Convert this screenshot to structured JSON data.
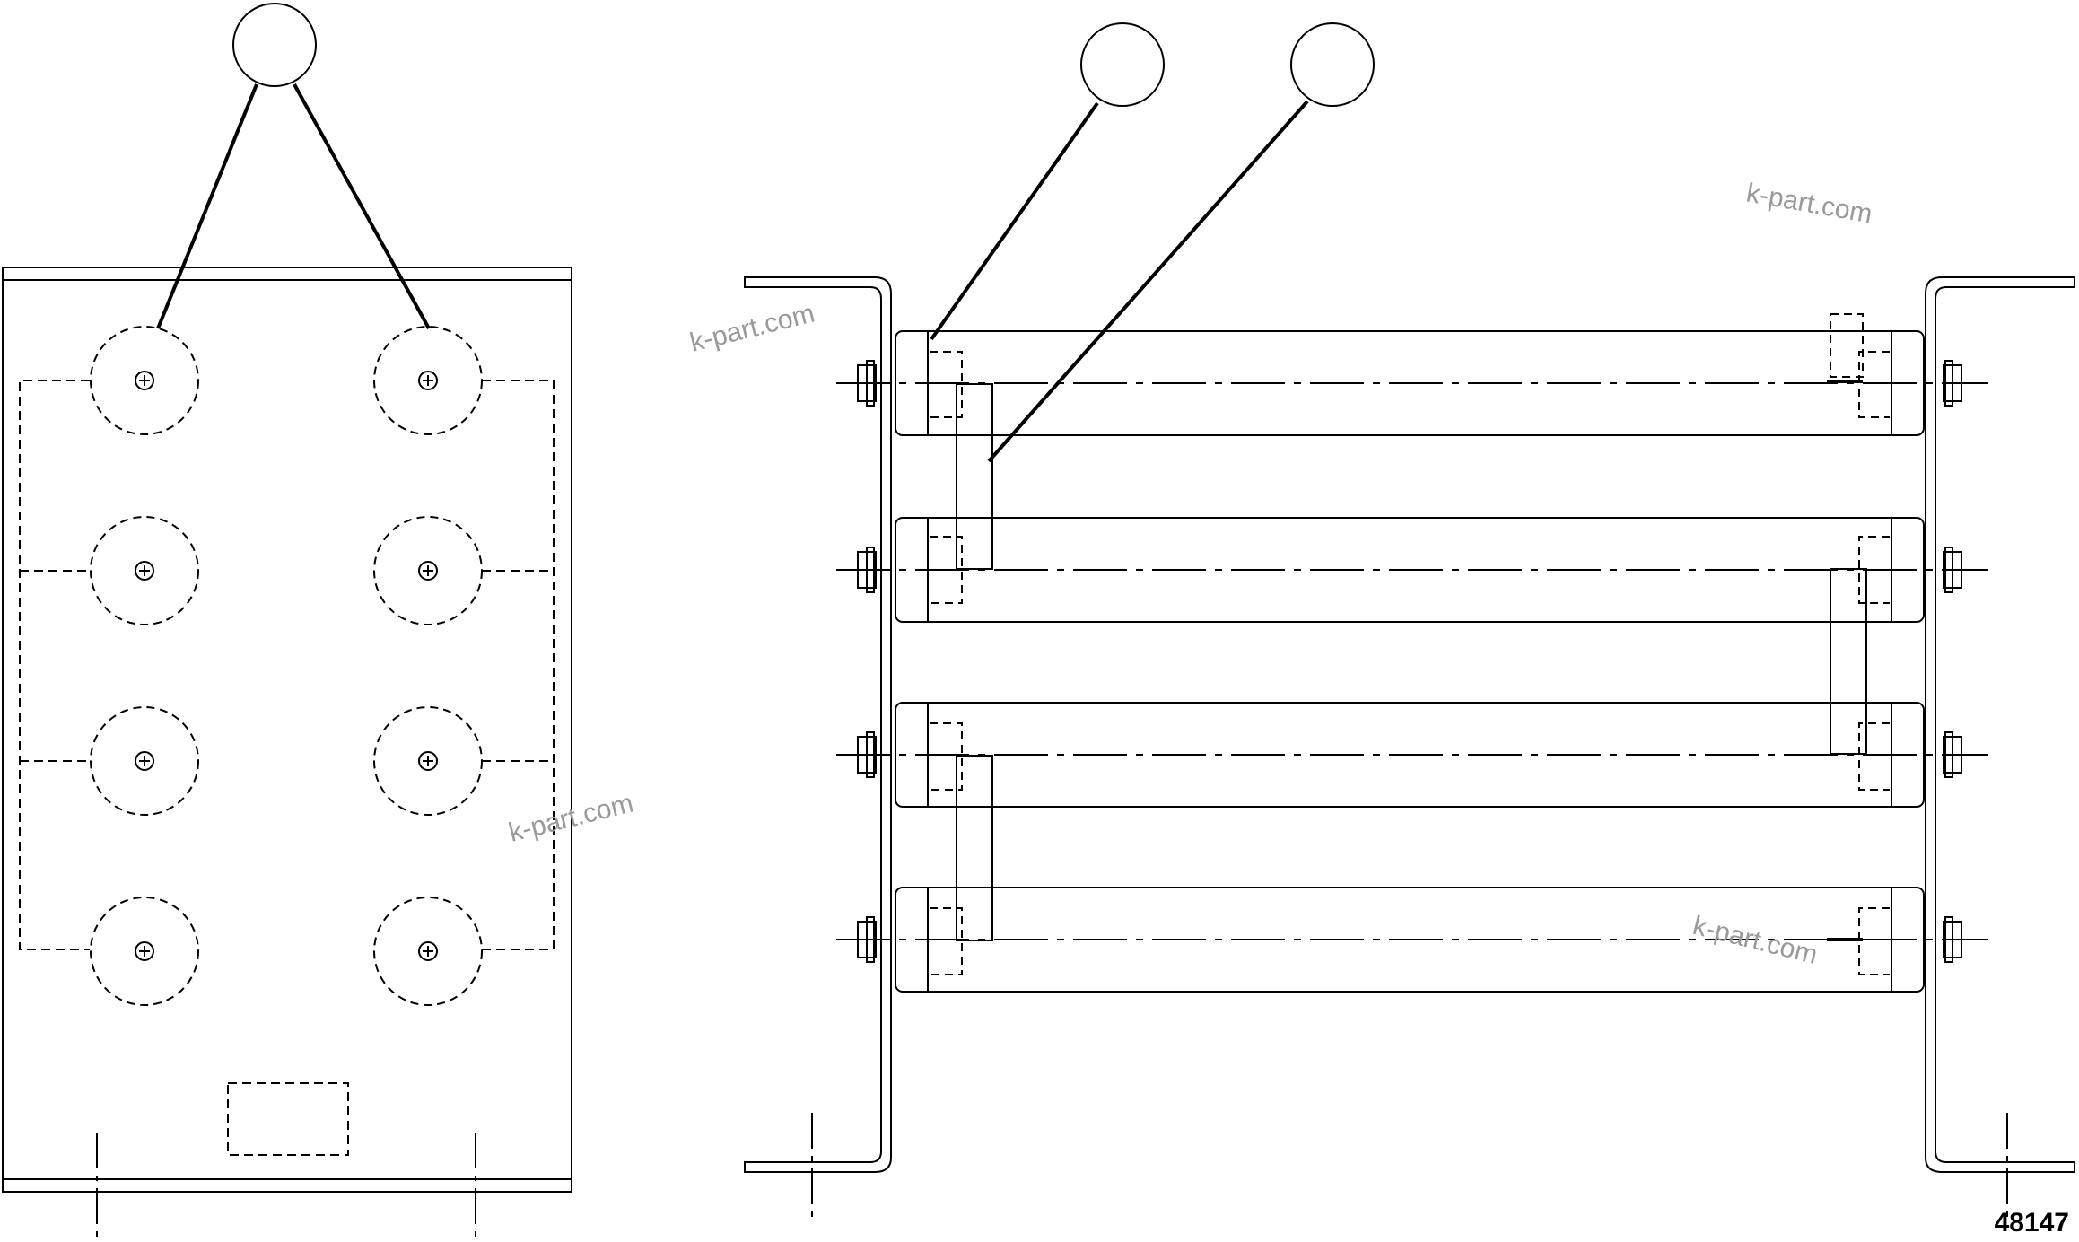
{
  "diagram": {
    "figure_number": "48147",
    "watermark_text": "k-part.com",
    "callouts": [
      {
        "id": "callout-front-mounting",
        "label": ""
      },
      {
        "id": "callout-resistor-tube",
        "label": ""
      },
      {
        "id": "callout-jumper-strap",
        "label": ""
      }
    ],
    "colors": {
      "line": "#000000",
      "watermark": "#9a9a9a"
    }
  }
}
